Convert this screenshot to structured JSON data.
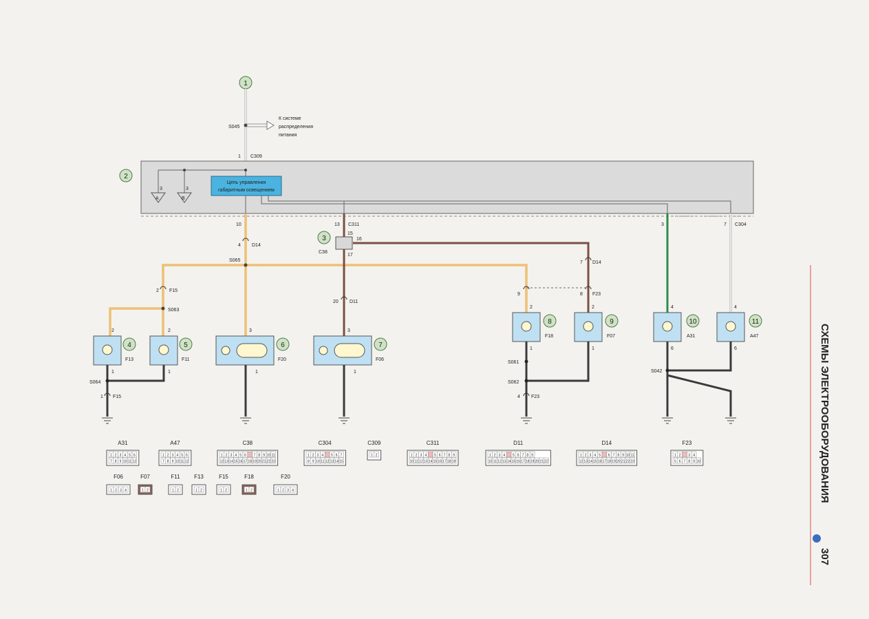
{
  "badges": [
    "1",
    "2",
    "3",
    "4",
    "5",
    "6",
    "7",
    "8",
    "9",
    "10",
    "11"
  ],
  "top": {
    "splice": "S045",
    "arrow_text": [
      "К системе",
      "распределения",
      "питания"
    ],
    "pin": "1",
    "connector": "C309"
  },
  "module": {
    "box_text": [
      "Цепь управления",
      "габаритным освещением"
    ],
    "ground_a": {
      "pin": "3",
      "letter": "A"
    },
    "ground_b": {
      "pin": "3",
      "letter": "B"
    }
  },
  "wires": {
    "p10": "10",
    "p4": "4",
    "d14a": "D14",
    "s065": "S065",
    "p13": "13",
    "c311": "C311",
    "p15": "15",
    "p16": "16",
    "p17": "17",
    "c38": "C38",
    "p20": "20",
    "d11": "D11",
    "p7": "7",
    "d14b": "D14",
    "p2a": "2",
    "f15a": "F15",
    "s063": "S063",
    "p9": "9",
    "p8": "8",
    "f23a": "F23",
    "p3": "3",
    "p7b": "7",
    "c304": "C304"
  },
  "lamps": [
    {
      "badge": "4",
      "conn": "F13",
      "top": "2",
      "bottom": "1"
    },
    {
      "badge": "5",
      "conn": "F11",
      "top": "2",
      "bottom": "1"
    },
    {
      "badge": "6",
      "conn": "F20",
      "top": "3",
      "bottom": "1"
    },
    {
      "badge": "7",
      "conn": "F06",
      "top": "3",
      "bottom": "1"
    },
    {
      "badge": "8",
      "conn": "F18",
      "top": "2",
      "bottom": "1"
    },
    {
      "badge": "9",
      "conn": "F07",
      "top": "2",
      "bottom": "1"
    },
    {
      "badge": "10",
      "conn": "A31",
      "top": "4",
      "bottom": "6"
    },
    {
      "badge": "11",
      "conn": "A47",
      "top": "4",
      "bottom": "6"
    }
  ],
  "lower": {
    "s064": "S064",
    "p1": "1",
    "f15b": "F15",
    "s061": "S061",
    "s062": "S062",
    "p4b": "4",
    "f23b": "F23",
    "s042": "S042"
  },
  "connectors_row1": [
    {
      "name": "A31",
      "pins1": [
        "1",
        "2",
        "3",
        "4",
        "5",
        "6"
      ],
      "pins2": [
        "7",
        "8",
        "9",
        "10",
        "11",
        "12"
      ]
    },
    {
      "name": "A47",
      "pins1": [
        "1",
        "2",
        "3",
        "4",
        "5",
        "6"
      ],
      "pins2": [
        "7",
        "8",
        "9",
        "10",
        "11",
        "12"
      ]
    },
    {
      "name": "C38",
      "pins1": [
        "1",
        "2",
        "3",
        "4",
        "5",
        "6",
        "",
        "7",
        "8",
        "9",
        "10",
        "11"
      ],
      "pins2": [
        "12",
        "13",
        "14",
        "15",
        "16",
        "17",
        "18",
        "19",
        "20",
        "21",
        "22",
        "23"
      ]
    },
    {
      "name": "C304",
      "pins1": [
        "1",
        "2",
        "3",
        "4",
        "",
        "5",
        "6",
        "7"
      ],
      "pins2": [
        "8",
        "9",
        "10",
        "11",
        "12",
        "13",
        "14",
        "15"
      ]
    },
    {
      "name": "C309",
      "pins1": [
        "1",
        "2"
      ],
      "pins2": []
    },
    {
      "name": "C311",
      "pins1": [
        "1",
        "2",
        "3",
        "4",
        "",
        "5",
        "6",
        "7",
        "8",
        "9"
      ],
      "pins2": [
        "10",
        "11",
        "12",
        "13",
        "14",
        "15",
        "16",
        "17",
        "18",
        "19"
      ]
    },
    {
      "name": "D11",
      "pins1": [
        "1",
        "2",
        "3",
        "4",
        "",
        "5",
        "6",
        "7",
        "8",
        "9"
      ],
      "pins2": [
        "10",
        "11",
        "12",
        "13",
        "14",
        "15",
        "16",
        "17",
        "18",
        "19",
        "20",
        "21",
        "22"
      ]
    },
    {
      "name": "D14",
      "pins1": [
        "1",
        "2",
        "3",
        "4",
        "5",
        "",
        "6",
        "7",
        "8",
        "9",
        "10",
        "11"
      ],
      "pins2": [
        "12",
        "13",
        "14",
        "15",
        "16",
        "17",
        "18",
        "19",
        "20",
        "21",
        "22",
        "23"
      ]
    },
    {
      "name": "F23",
      "pins1": [
        "1",
        "2",
        "",
        "3",
        "4"
      ],
      "pins2": [
        "5",
        "6",
        "7",
        "8",
        "9",
        "10"
      ]
    }
  ],
  "connectors_row2": [
    {
      "name": "F06",
      "pins": [
        "1",
        "2",
        "3",
        "4"
      ]
    },
    {
      "name": "F07",
      "pins": [
        "1",
        "2"
      ]
    },
    {
      "name": "F11",
      "pins": [
        "1",
        "2"
      ]
    },
    {
      "name": "F13",
      "pins": [
        "1",
        "2"
      ]
    },
    {
      "name": "F15",
      "pins": [
        "1",
        "2"
      ]
    },
    {
      "name": "F18",
      "pins": [
        "1",
        "2"
      ]
    },
    {
      "name": "F20",
      "pins": [
        "1",
        "2",
        "3",
        "4"
      ]
    }
  ],
  "side": {
    "title": "СХЕМЫ ЭЛЕКТРООБОРУДОВАНИЯ",
    "page": "307"
  },
  "colors": {
    "orange": "#e8a63a",
    "brown": "#7a5044",
    "green": "#2e8b4a",
    "dark": "#3a3a3a",
    "badge": "#cfe3c4",
    "lamp": "#bfe0f2",
    "module": "#dcdbdb",
    "blue": "#3a6fc0"
  }
}
